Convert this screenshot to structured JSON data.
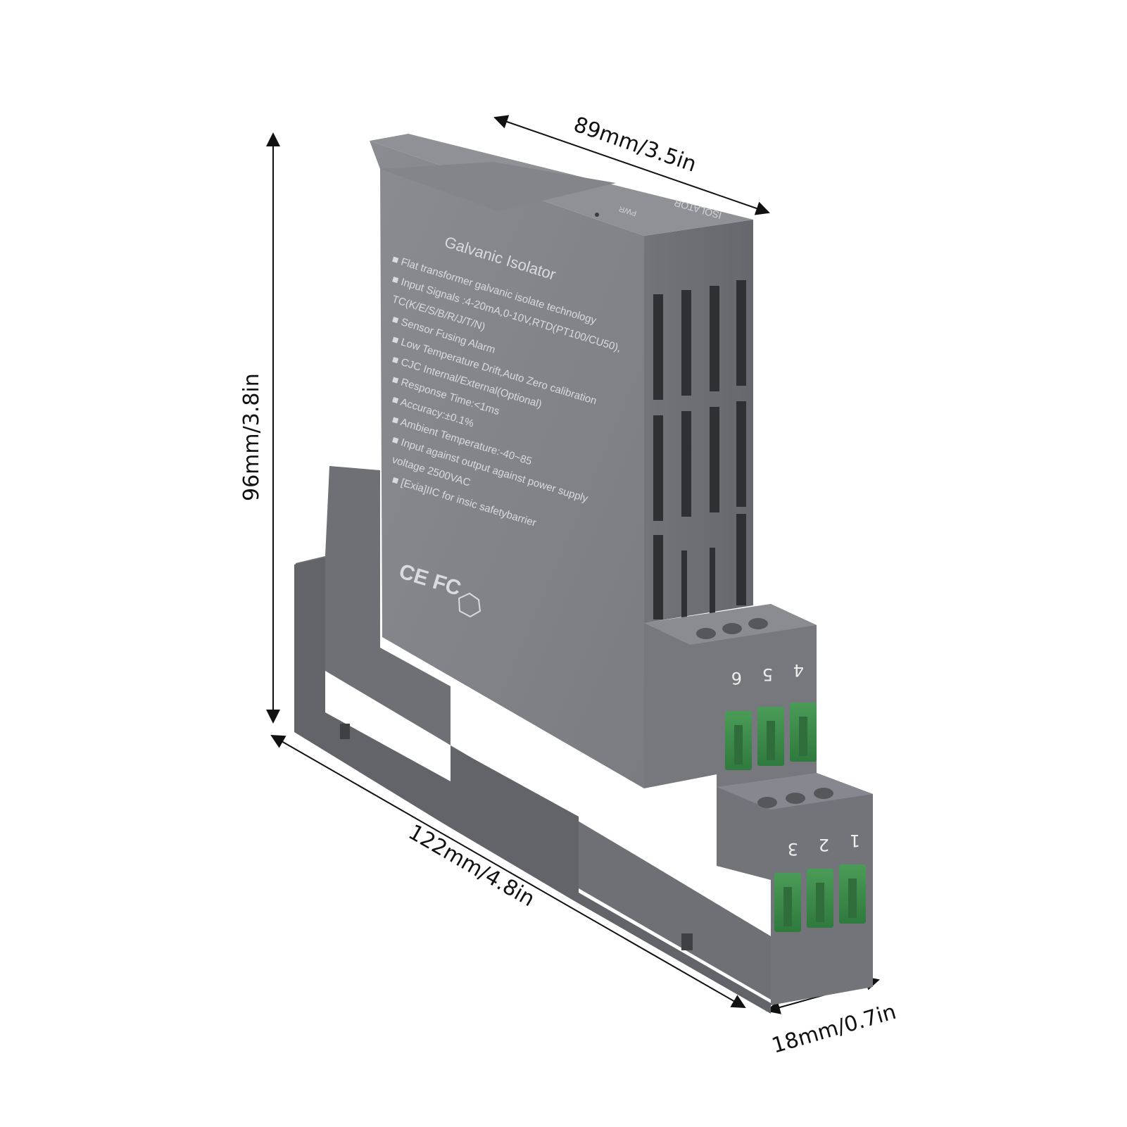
{
  "dimensions": {
    "depth": "89mm/3.5in",
    "height": "96mm/3.8in",
    "length": "122mm/4.8in",
    "width": "18mm/0.7in"
  },
  "product": {
    "title": "Galvanic Isolator",
    "features": [
      "Flat transformer galvanic isolate technology",
      "Input Signals :4-20mA,0-10V,RTD(PT100/CU50),",
      "TC(K/E/S/B/R/J/T/N)",
      "Sensor Fusing Alarm",
      "Low Temperature Drift,Auto Zero calibration",
      "CJC Internal/External(Optional)",
      "Response Time:<1ms",
      "Accuracy:±0.1%",
      "Ambient Temperature:-40~85",
      "Input against output against power supply",
      "voltage 2500VAC",
      "[Exia]IIC for insic safetybarrier"
    ],
    "certifications": "CE FC",
    "top_label": "ISOLATOR",
    "power_label": "PWR"
  },
  "terminals": {
    "upper": [
      "4",
      "5",
      "6"
    ],
    "lower": [
      "1",
      "2",
      "3"
    ]
  },
  "colors": {
    "housing": "#7e8086",
    "housing_dark": "#5f6167",
    "housing_light": "#8e9096",
    "terminal_green": "#3f8a4c",
    "dimension_line": "#111111"
  }
}
